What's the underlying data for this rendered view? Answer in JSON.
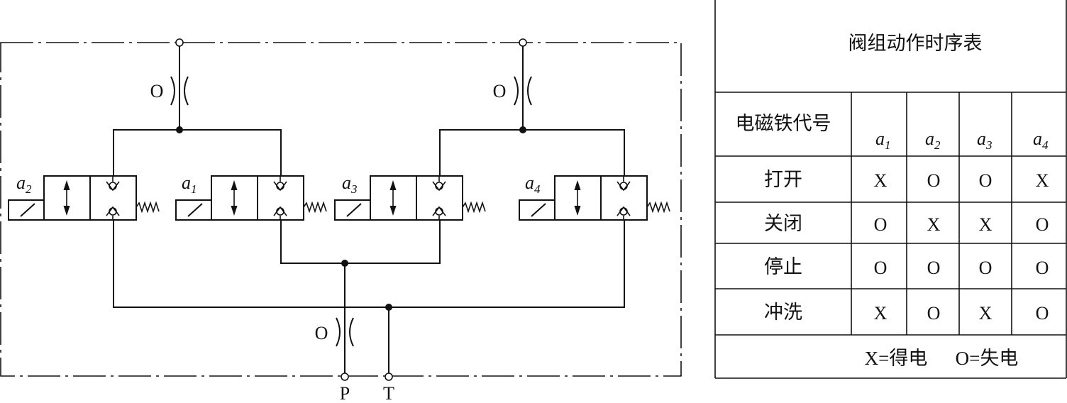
{
  "diagram": {
    "orifices": [
      {
        "label": "O"
      },
      {
        "label": "O"
      },
      {
        "label": "O"
      }
    ],
    "valves": [
      {
        "letter": "a",
        "sub": "2"
      },
      {
        "letter": "a",
        "sub": "1"
      },
      {
        "letter": "a",
        "sub": "3"
      },
      {
        "letter": "a",
        "sub": "4"
      }
    ],
    "port_labels": [
      "P",
      "T"
    ]
  },
  "table": {
    "title": "阀组动作时序表",
    "header_label": "电磁铁代号",
    "columns": [
      {
        "letter": "a",
        "sub": "1"
      },
      {
        "letter": "a",
        "sub": "2"
      },
      {
        "letter": "a",
        "sub": "3"
      },
      {
        "letter": "a",
        "sub": "4"
      }
    ],
    "rows": [
      {
        "label": "打开",
        "values": [
          "X",
          "O",
          "O",
          "X"
        ]
      },
      {
        "label": "关闭",
        "values": [
          "O",
          "X",
          "X",
          "O"
        ]
      },
      {
        "label": "停止",
        "values": [
          "O",
          "O",
          "O",
          "O"
        ]
      },
      {
        "label": "冲洗",
        "values": [
          "X",
          "O",
          "X",
          "O"
        ]
      }
    ],
    "legend": [
      "X=得电",
      "O=失电"
    ]
  }
}
